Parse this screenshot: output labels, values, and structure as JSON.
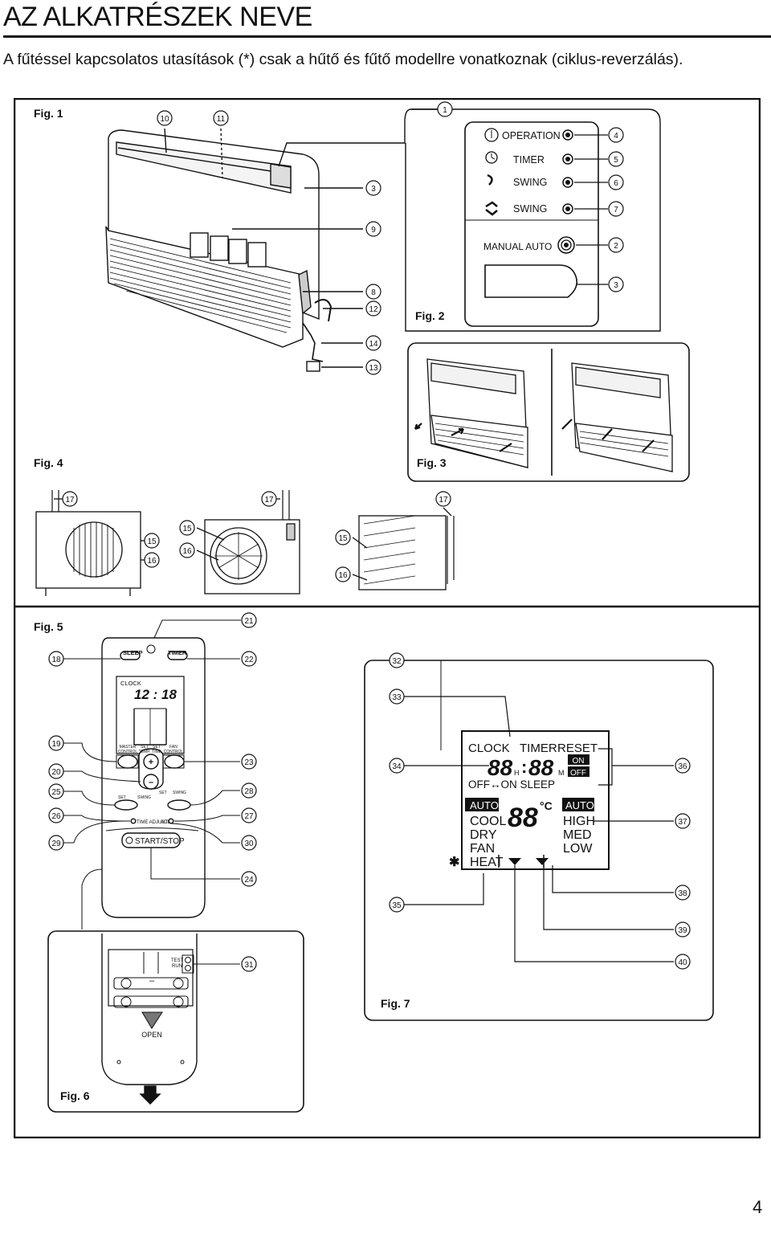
{
  "page": {
    "title": "AZ ALKATRÉSZEK NEVE",
    "subtitle_line1": "A fűtéssel kapcsolatos utasítások (*) csak a hűtő és fűtő modellre vonatkoznak (ciklus-reverzálás).",
    "page_number": "4"
  },
  "figures": {
    "fig1": "Fig. 1",
    "fig2": "Fig. 2",
    "fig3": "Fig. 3",
    "fig4": "Fig. 4",
    "fig5": "Fig. 5",
    "fig6": "Fig. 6",
    "fig7": "Fig. 7"
  },
  "panel": {
    "operation": "OPERATION",
    "timer": "TIMER",
    "swing1": "SWING",
    "swing2": "SWING",
    "manual_auto": "MANUAL  AUTO"
  },
  "remote": {
    "sleep": "SLEEP",
    "timer": "TIMER",
    "clock": "CLOCK",
    "time_display": "12 : 18",
    "master_control": [
      "MASTER",
      "CONTROL"
    ],
    "set_temp": [
      "SET",
      "TEMP."
    ],
    "set_time": [
      "SET",
      "TIME"
    ],
    "fan_control": [
      "FAN",
      "CONTROL"
    ],
    "set": "SET",
    "swing": "SWING",
    "set2": "SET",
    "swing2": "SWING",
    "time_adjust": "TIME ADJUST",
    "acl": "ACL",
    "start_stop": "START/STOP",
    "plus": "+",
    "minus": "–"
  },
  "battery": {
    "test_run": [
      "TEST",
      "RUN"
    ],
    "open": "OPEN"
  },
  "lcd": {
    "clock": "CLOCK",
    "timer": "TIMER",
    "reset": "RESET",
    "digits_h": "88",
    "h": "H",
    "colon": ":",
    "digits_m": "88",
    "m": "M",
    "on": "ON",
    "off": "OFF",
    "off_on_sleep": "OFF↔ON SLEEP",
    "mode_auto": "AUTO",
    "mode_cool": "COOL",
    "mode_dry": "DRY",
    "mode_fan": "FAN",
    "mode_heat": "HEAT",
    "temp_digits": "88",
    "celsius": "°C",
    "fan_auto": "AUTO",
    "fan_high": "HIGH",
    "fan_med": "MED",
    "fan_low": "LOW",
    "asterisk": "✱"
  },
  "callouts": {
    "n1": "1",
    "n2": "2",
    "n3": "3",
    "n4": "4",
    "n5": "5",
    "n6": "6",
    "n7": "7",
    "n8": "8",
    "n9": "9",
    "n10": "10",
    "n11": "11",
    "n12": "12",
    "n13": "13",
    "n14": "14",
    "n15": "15",
    "n16": "16",
    "n17": "17",
    "n18": "18",
    "n19": "19",
    "n20": "20",
    "n21": "21",
    "n22": "22",
    "n23": "23",
    "n24": "24",
    "n25": "25",
    "n26": "26",
    "n27": "27",
    "n28": "28",
    "n29": "29",
    "n30": "30",
    "n31": "31",
    "n32": "32",
    "n33": "33",
    "n34": "34",
    "n35": "35",
    "n36": "36",
    "n37": "37",
    "n38": "38",
    "n39": "39",
    "n40": "40"
  }
}
